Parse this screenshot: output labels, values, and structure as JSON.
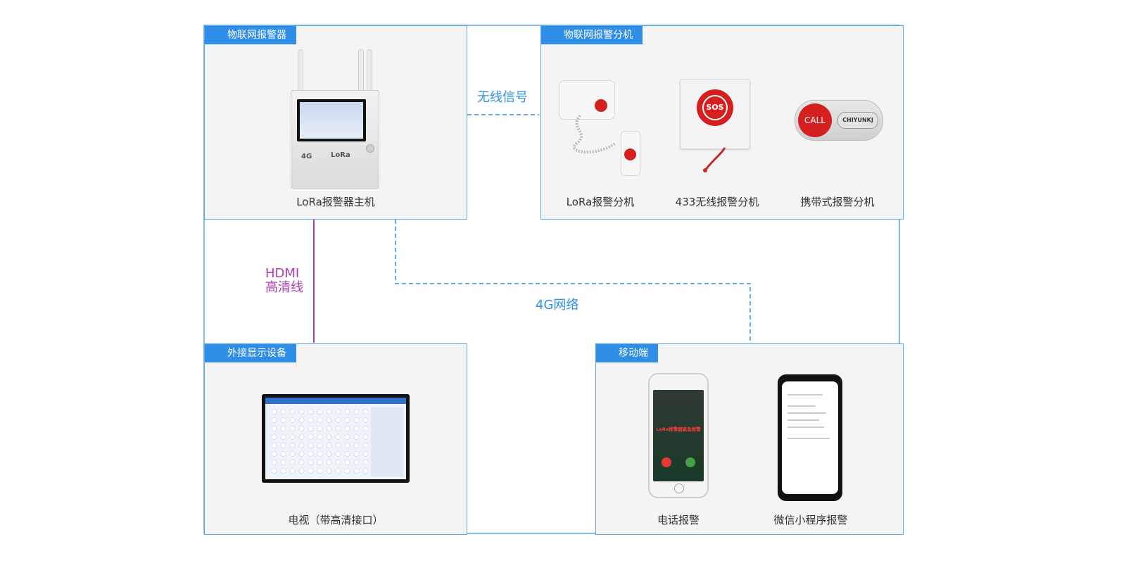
{
  "colors": {
    "panel_border": "#5aa6e6",
    "tag_bg": "#2f8fe8",
    "hdmi": "#b23cb4",
    "link": "#2f8fe8"
  },
  "panels": {
    "host": {
      "tag": "物联网报警器",
      "device": "LoRa报警器主机"
    },
    "sub": {
      "tag": "物联网报警分机",
      "devices": [
        "LoRa报警分机",
        "433无线报警分机",
        "携带式报警分机"
      ]
    },
    "display": {
      "tag": "外接显示设备",
      "device": "电视（带高清接口）"
    },
    "mobile": {
      "tag": "移动端",
      "devices": [
        "电话报警",
        "微信小程序报警"
      ]
    }
  },
  "links": {
    "wireless": "无线信号",
    "hdmi_line1": "HDMI",
    "hdmi_line2": "高清线",
    "network": "4G网络"
  },
  "device_marks": {
    "host_4g": "4G",
    "host_lora": "LoRa",
    "sos": "SOS",
    "call": "CALL",
    "brand": "CHIYUNKJ",
    "phone_alert": "LoRa报警器紧急报警"
  }
}
